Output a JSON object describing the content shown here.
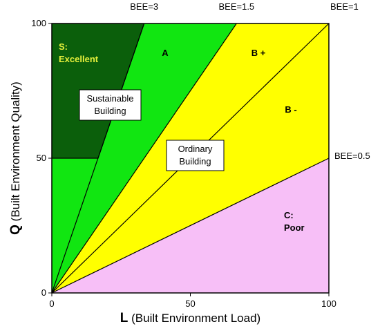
{
  "chart_data": {
    "type": "area",
    "xlim": [
      0,
      100
    ],
    "ylim": [
      0,
      100
    ],
    "x_ticks": [
      "0",
      "50",
      "100"
    ],
    "y_ticks": [
      "0",
      "50",
      "100"
    ],
    "xlabel": {
      "bold": "L",
      "rest": " (Built Environment Load)"
    },
    "ylabel": {
      "bold": "Q",
      "rest": " (Built Environment Quality)"
    },
    "bee_lines": [
      {
        "label": "BEE=3",
        "slope": 3
      },
      {
        "label": "BEE=1.5",
        "slope": 1.5
      },
      {
        "label": "BEE=1",
        "slope": 1
      },
      {
        "label": "BEE=0.5",
        "slope": 0.5
      }
    ],
    "regions": [
      {
        "id": "S",
        "label_lines": [
          "S:",
          "Excellent"
        ],
        "color": "#0b5f0b",
        "text_color": "#e6f03c",
        "polygon": [
          [
            0,
            50
          ],
          [
            0,
            100
          ],
          [
            33.3,
            100
          ],
          [
            16.7,
            50
          ]
        ]
      },
      {
        "id": "A",
        "label_lines": [
          "A"
        ],
        "color": "#11e611",
        "text_color": "#000000"
      },
      {
        "id": "B+",
        "label_lines": [
          "B +"
        ],
        "color": "#ffff00",
        "text_color": "#000000"
      },
      {
        "id": "B-",
        "label_lines": [
          "B -"
        ],
        "color": "#ffff00",
        "text_color": "#000000"
      },
      {
        "id": "C",
        "label_lines": [
          "C:",
          "Poor"
        ],
        "color": "#f7bff7",
        "text_color": "#000000"
      }
    ],
    "annotations": [
      {
        "id": "sustainable",
        "lines": [
          "Sustainable",
          "Building"
        ]
      },
      {
        "id": "ordinary",
        "lines": [
          "Ordinary",
          "Building"
        ]
      }
    ]
  }
}
